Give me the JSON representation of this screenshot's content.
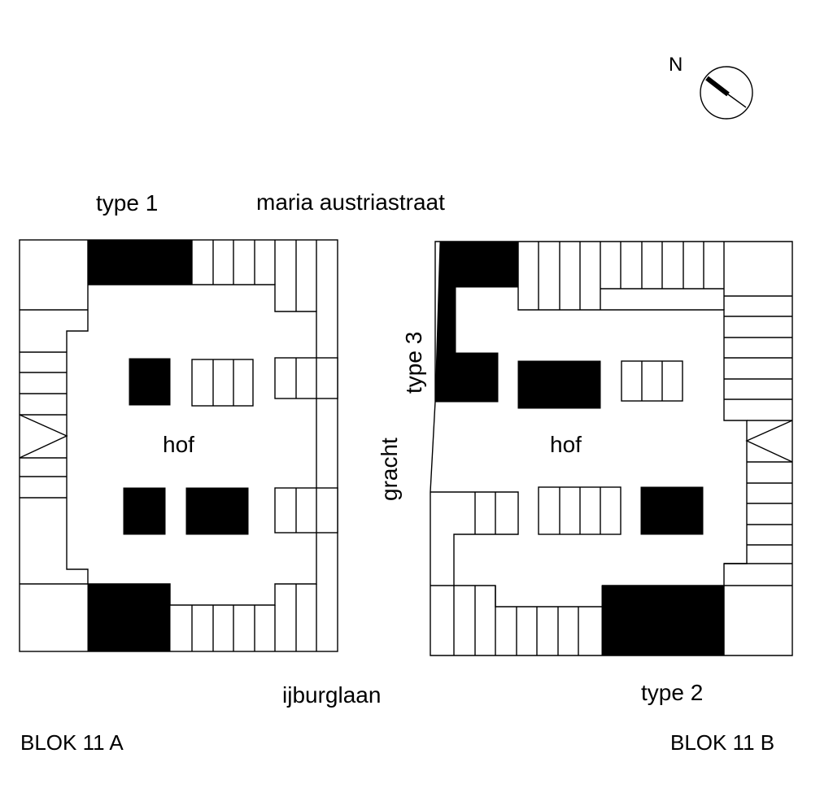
{
  "compass": {
    "label": "N"
  },
  "labels": {
    "type1": "type 1",
    "type2": "type 2",
    "type3": "type 3",
    "street_top": "maria austriastraat",
    "street_bottom": "ijburglaan",
    "canal": "gracht",
    "court_a": "hof",
    "court_b": "hof",
    "block_a": "BLOK 11 A",
    "block_b": "BLOK 11 B"
  },
  "colors": {
    "ink": "#000000",
    "paper": "#ffffff"
  }
}
